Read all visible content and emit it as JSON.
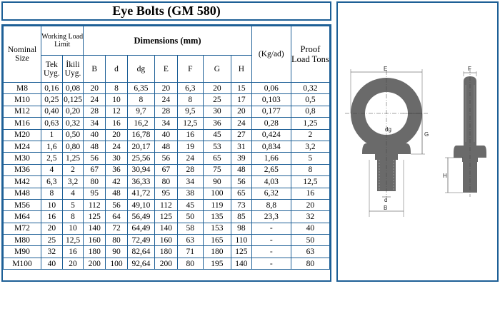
{
  "title": "Eye Bolts  (GM 580)",
  "headers": {
    "nominal_size": "Nominal Size",
    "working_load_limit": "Working Load Limit",
    "tek_uyg": "Tek Uyg.",
    "ikili_uyg": "İkili Uyg.",
    "dimensions": "Dimensions (mm)",
    "dim_cols": [
      "B",
      "d",
      "dg",
      "E",
      "F",
      "G",
      "H"
    ],
    "weight": "(Kg/ad)",
    "proof_load": "Proof Load Tons"
  },
  "rows": [
    [
      "M8",
      "0,16",
      "0,08",
      "20",
      "8",
      "6,35",
      "20",
      "6,3",
      "20",
      "15",
      "0,06",
      "0,32"
    ],
    [
      "M10",
      "0,25",
      "0,125",
      "24",
      "10",
      "8",
      "24",
      "8",
      "25",
      "17",
      "0,103",
      "0,5"
    ],
    [
      "M12",
      "0,40",
      "0,20",
      "28",
      "12",
      "9,7",
      "28",
      "9,5",
      "30",
      "20",
      "0,177",
      "0,8"
    ],
    [
      "M16",
      "0,63",
      "0,32",
      "34",
      "16",
      "16,2",
      "34",
      "12,5",
      "36",
      "24",
      "0,28",
      "1,25"
    ],
    [
      "M20",
      "1",
      "0,50",
      "40",
      "20",
      "16,78",
      "40",
      "16",
      "45",
      "27",
      "0,424",
      "2"
    ],
    [
      "M24",
      "1,6",
      "0,80",
      "48",
      "24",
      "20,17",
      "48",
      "19",
      "53",
      "31",
      "0,834",
      "3,2"
    ],
    [
      "M30",
      "2,5",
      "1,25",
      "56",
      "30",
      "25,56",
      "56",
      "24",
      "65",
      "39",
      "1,66",
      "5"
    ],
    [
      "M36",
      "4",
      "2",
      "67",
      "36",
      "30,94",
      "67",
      "28",
      "75",
      "48",
      "2,65",
      "8"
    ],
    [
      "M42",
      "6,3",
      "3,2",
      "80",
      "42",
      "36,33",
      "80",
      "34",
      "90",
      "56",
      "4,03",
      "12,5"
    ],
    [
      "M48",
      "8",
      "4",
      "95",
      "48",
      "41,72",
      "95",
      "38",
      "100",
      "65",
      "6,32",
      "16"
    ],
    [
      "M56",
      "10",
      "5",
      "112",
      "56",
      "49,10",
      "112",
      "45",
      "119",
      "73",
      "8,8",
      "20"
    ],
    [
      "M64",
      "16",
      "8",
      "125",
      "64",
      "56,49",
      "125",
      "50",
      "135",
      "85",
      "23,3",
      "32"
    ],
    [
      "M72",
      "20",
      "10",
      "140",
      "72",
      "64,49",
      "140",
      "58",
      "153",
      "98",
      "-",
      "40"
    ],
    [
      "M80",
      "25",
      "12,5",
      "160",
      "80",
      "72,49",
      "160",
      "63",
      "165",
      "110",
      "-",
      "50"
    ],
    [
      "M90",
      "32",
      "16",
      "180",
      "90",
      "82,64",
      "180",
      "71",
      "180",
      "125",
      "-",
      "63"
    ],
    [
      "M100",
      "40",
      "20",
      "200",
      "100",
      "92,64",
      "200",
      "80",
      "195",
      "140",
      "-",
      "80"
    ]
  ],
  "drawing_labels": {
    "E": "E",
    "dg": "dg",
    "d": "d",
    "G": "G",
    "B": "B",
    "F": "F",
    "H": "H"
  },
  "colors": {
    "border": "#1d5f96",
    "bolt_fill": "#6a6a6a"
  }
}
